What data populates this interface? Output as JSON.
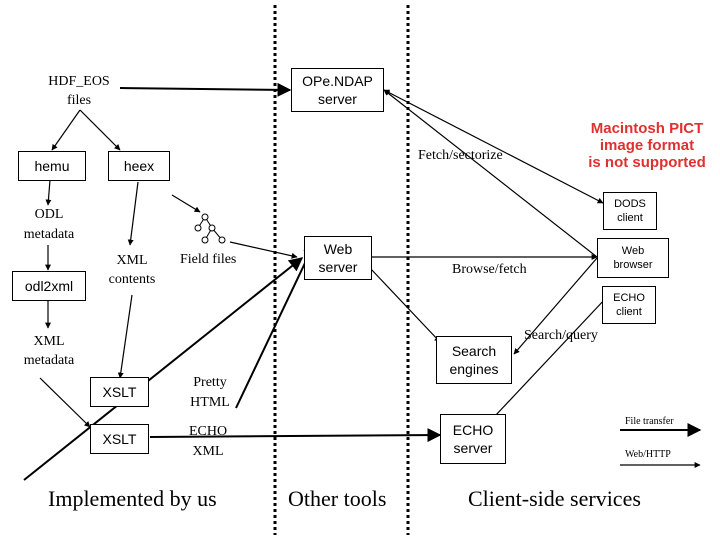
{
  "nodes": {
    "hdf_eos": [
      "HDF_EOS",
      "files"
    ],
    "opendap": [
      "OPe.NDAP",
      "server"
    ],
    "hemu": "hemu",
    "heex": "heex",
    "odl_metadata": [
      "ODL",
      "metadata"
    ],
    "odl2xml": "odl2xml",
    "xml_contents": [
      "XML",
      "contents"
    ],
    "field_files": "Field files",
    "xml_metadata": [
      "XML",
      "metadata"
    ],
    "xslt_1": "XSLT",
    "xslt_2": "XSLT",
    "pretty_html": [
      "Pretty",
      "HTML"
    ],
    "echo_xml": [
      "ECHO",
      "XML"
    ],
    "web_server": [
      "Web",
      "server"
    ],
    "search_engines": [
      "Search",
      "engines"
    ],
    "echo_server": [
      "ECHO",
      "server"
    ],
    "dods_client": [
      "DODS",
      "client"
    ],
    "web_browser": [
      "Web",
      "browser"
    ],
    "echo_client": [
      "ECHO",
      "client"
    ]
  },
  "edge_labels": {
    "fetch_sectorize": "Fetch/sectorize",
    "browse_fetch": "Browse/fetch",
    "search_query": "Search/query"
  },
  "legend": {
    "file_transfer": "File transfer",
    "web_http": "Web/HTTP"
  },
  "placeholder": [
    "Macintosh PICT",
    "image format",
    "is not supported"
  ],
  "sections": {
    "implemented": "Implemented by us",
    "other": "Other tools",
    "client": "Client-side services"
  },
  "colors": {
    "placeholder_text": "#e03030",
    "ink": "#000000"
  }
}
